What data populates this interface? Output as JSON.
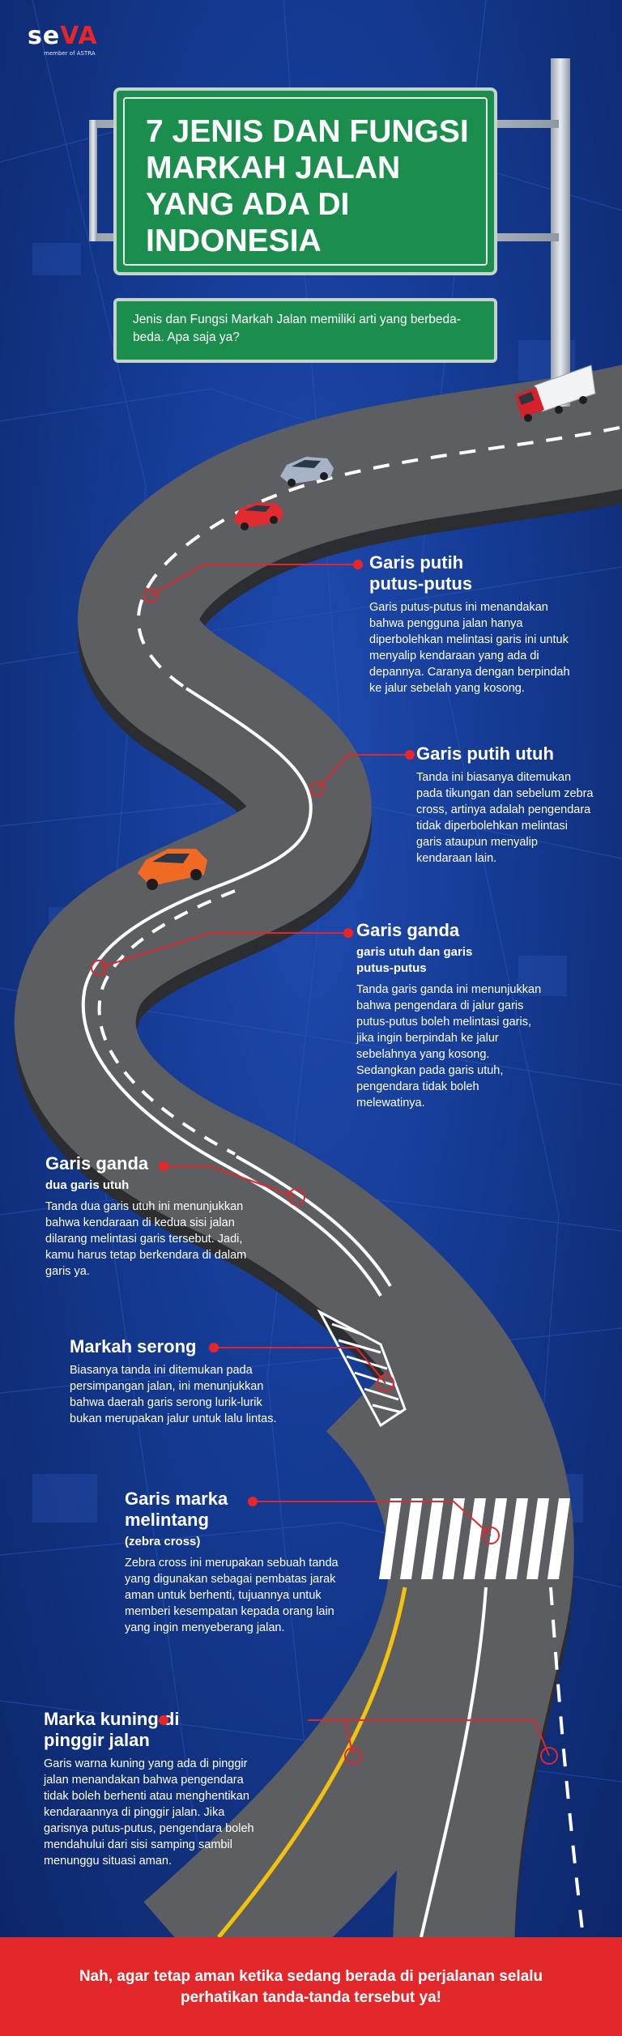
{
  "brand": {
    "name_prefix": "se",
    "name_accent": "VA",
    "tagline": "member of ASTRA"
  },
  "sign": {
    "title": "7 JENIS DAN FUNGSI MARKAH JALAN YANG ADA DI INDONESIA",
    "subtitle": "Jenis dan Fungsi Markah Jalan memiliki arti yang berbeda-beda. Apa saja ya?"
  },
  "items": [
    {
      "title": "Garis putih putus-putus",
      "sub": "",
      "body": "Garis putus-putus ini menandakan bahwa pengguna jalan hanya diperbolehkan melintasi garis ini untuk menyalip kendaraan yang ada di depannya. Caranya dengan berpindah ke jalur sebelah yang kosong."
    },
    {
      "title": "Garis putih utuh",
      "sub": "",
      "body": "Tanda ini biasanya ditemukan pada tikungan dan sebelum zebra cross, artinya adalah pengendara tidak diperbolehkan melintasi garis ataupun menyalip kendaraan lain."
    },
    {
      "title": "Garis ganda",
      "sub": "garis utuh dan garis putus-putus",
      "body": "Tanda garis ganda ini menunjukkan bahwa pengendara di jalur garis putus-putus boleh melintasi garis, jika ingin berpindah ke jalur sebelahnya yang kosong. Sedangkan pada garis utuh, pengendara tidak boleh melewatinya."
    },
    {
      "title": "Garis ganda",
      "sub": "dua garis utuh",
      "body": "Tanda dua garis utuh ini menunjukkan bahwa kendaraan di kedua sisi jalan dilarang melintasi garis tersebut. Jadi, kamu harus tetap berkendara di dalam garis ya."
    },
    {
      "title": "Markah serong",
      "sub": "",
      "body": "Biasanya tanda ini ditemukan pada persimpangan jalan, ini menunjukkan bahwa daerah garis serong lurik-lurik bukan merupakan jalur untuk lalu lintas."
    },
    {
      "title": "Garis marka melintang",
      "sub": "(zebra cross)",
      "body": "Zebra cross ini merupakan sebuah tanda yang digunakan sebagai pembatas jarak aman untuk berhenti, tujuannya untuk memberi kesempatan kepada orang lain yang ingin menyeberang jalan."
    },
    {
      "title": "Marka kuning di pinggir jalan",
      "sub": "",
      "body": "Garis warna kuning yang ada di pinggir jalan menandakan bahwa pengendara tidak boleh berhenti atau menghentikan kendaraannya di pinggir jalan. Jika garisnya putus-putus, pengendara boleh mendahului dari sisi samping sambil menunggu situasi aman."
    }
  ],
  "footer": {
    "text": "Nah, agar tetap aman ketika sedang berada di perjalanan selalu perhatikan tanda-tanda tersebut ya!"
  },
  "colors": {
    "background": "#143a92",
    "sign_green": "#1b8d4c",
    "accent_red": "#e2272b",
    "road": "#5c5e62"
  },
  "icons": [
    "truck-icon",
    "car-icon",
    "pole-icon"
  ]
}
